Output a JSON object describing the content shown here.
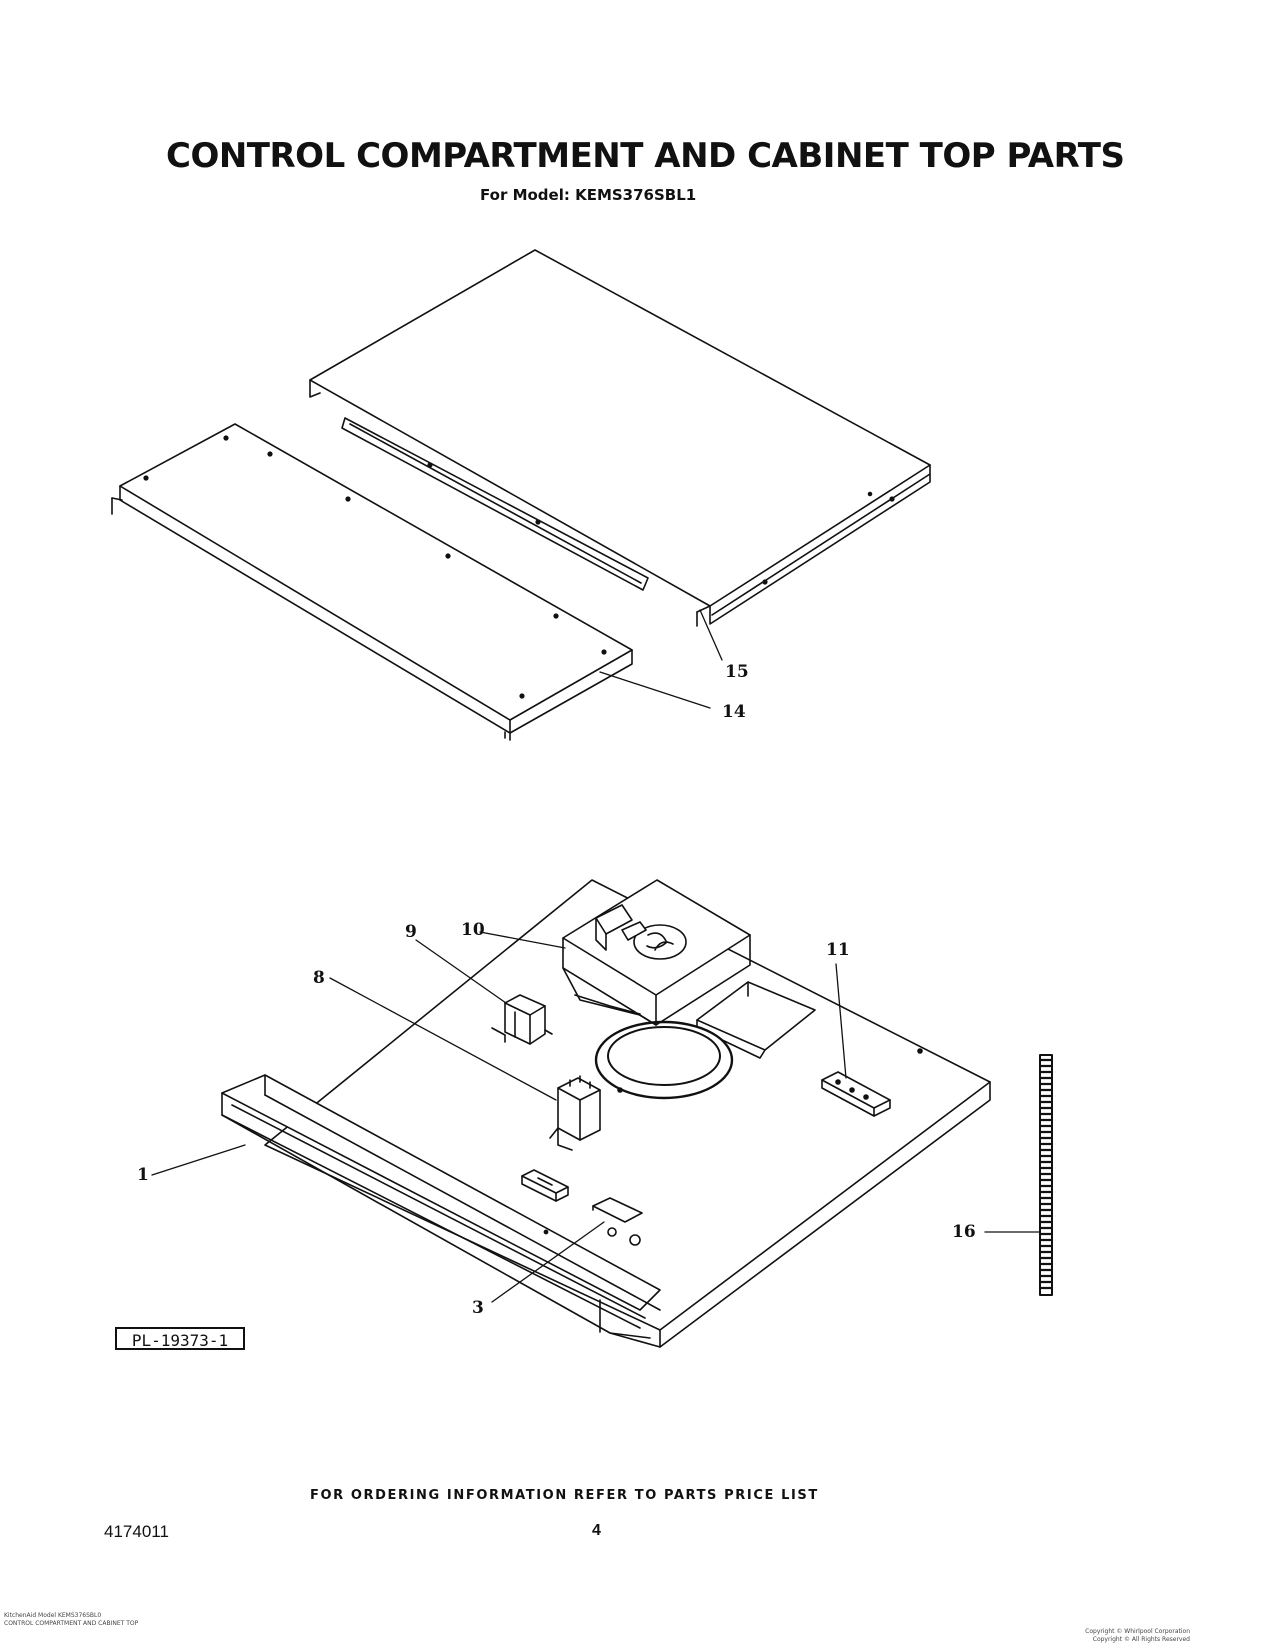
{
  "header": {
    "title": "CONTROL COMPARTMENT AND CABINET TOP PARTS",
    "subtitle": "For Model: KEMS376SBL1"
  },
  "callouts": {
    "part_15": "15",
    "part_14": "14",
    "part_9": "9",
    "part_10": "10",
    "part_11": "11",
    "part_8": "8",
    "part_1": "1",
    "part_16": "16",
    "part_3": "3"
  },
  "plate_number": "PL-19373-1",
  "footer": {
    "ordering_note": "FOR ORDERING INFORMATION REFER TO PARTS PRICE LIST",
    "document_number": "4174011",
    "page_number": "4",
    "fine_print_left_1": "KitchenAid Model KEMS376SBL0",
    "fine_print_left_2": "CONTROL COMPARTMENT AND CABINET TOP",
    "fine_print_right_1": "Copyright © Whirlpool Corporation",
    "fine_print_right_2": "Copyright © All Rights Reserved"
  }
}
